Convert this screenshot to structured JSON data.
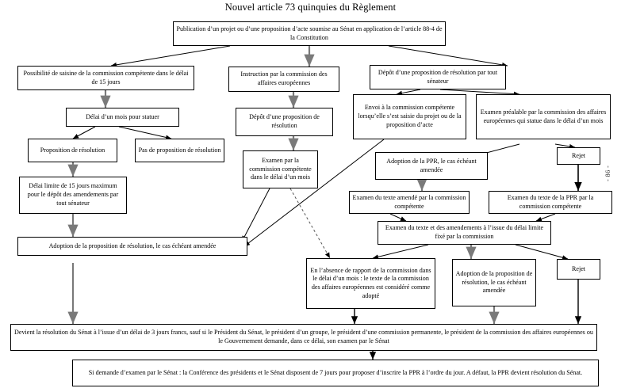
{
  "document": {
    "title": "Nouvel article 73 quinquies du Règlement",
    "page_number": "- 86 -",
    "type": "flowchart"
  },
  "nodes": {
    "publication": "Publication d’un projet ou d’une proposition d’acte soumise au Sénat en application de l’article 88-4 de la Constitution",
    "possibilite_saisine": "Possibilité de saisine de la commission compétente dans le délai de 15 jours",
    "instruction_cae": "Instruction par la commission des affaires européennes",
    "depot_ppr_senateur": "Dépôt d’une proposition de résolution par tout sénateur",
    "delai_un_mois": "Délai d’un mois pour statuer",
    "depot_proposition": "Dépôt d’une proposition de résolution",
    "envoi_commission": "Envoi à la commission compétente lorsqu’elle s’est saisie du projet ou de la proposition d’acte",
    "examen_prealable": "Examen préalable par la commission des affaires européennes qui statue dans le délai d’un mois",
    "proposition_resolution": "Proposition de résolution",
    "pas_proposition": "Pas de proposition de résolution",
    "examen_commission_competente": "Examen par la commission compétente dans le délai d’un mois",
    "adoption_ppr": "Adoption de la PPR, le cas échéant amendée",
    "rejet_haut": "Rejet",
    "delai_limite_amendements": "Délai limite de 15 jours maximum pour le dépôt des amendements par tout sénateur",
    "examen_texte_amende": "Examen du texte amendé par la commission compétente",
    "examen_texte_ppr": "Examen du texte de la PPR par la commission compétente",
    "adoption_proposition_amendee": "Adoption de la proposition de résolution, le cas échéant amendée",
    "examen_texte_amendements": "Examen du texte et des amendements à l’issue du délai limite fixé par la commission",
    "absence_rapport": "En l’absence de rapport de la commission dans le délai d’un mois : le texte de la commission des affaires européennes est considéré comme adopté",
    "adoption_proposition_resolution": "Adoption de la proposition de résolution, le cas échéant amendée",
    "rejet_bas": "Rejet",
    "devient_resolution": "Devient la résolution du Sénat à l’issue d’un délai de 3 jours francs, sauf si le Président du Sénat, le président d’un groupe, le président d’une commission permanente, le président de la commission des affaires européennes ou le Gouvernement demande, dans ce délai, son examen par le Sénat",
    "si_demande_examen": "Si demande d’examen par le Sénat : la Conférence des présidents et le Sénat disposent de 7 jours pour proposer d’inscrire la PPR à l’ordre du jour. A défaut, la PPR devient résolution du Sénat."
  },
  "colors": {
    "stroke": "#000000",
    "gray_arrow": "#808080",
    "background": "#ffffff",
    "text": "#000000"
  }
}
